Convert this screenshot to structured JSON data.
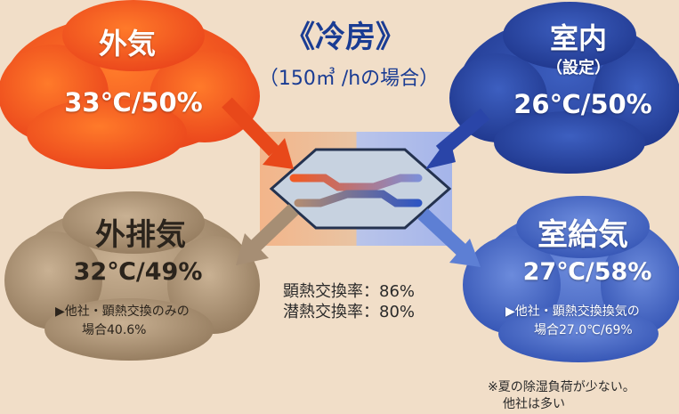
{
  "header": {
    "title": "《冷房》",
    "subtitle": "（150㎥ /hの場合）"
  },
  "clouds": {
    "outdoor": {
      "label": "外気",
      "value": "33℃/50%"
    },
    "indoor": {
      "label": "室内",
      "sublabel": "（設定）",
      "value": "26℃/50%"
    },
    "exhaust": {
      "label": "外排気",
      "value": "32℃/49%",
      "note_line1": "▶他社・顕熱交換のみの",
      "note_line2": "場合40.6%"
    },
    "supply": {
      "label": "室給気",
      "value": "27℃/58%",
      "note_line1": "▶他社・顕熱交換換気の",
      "note_line2": "場合27.0℃/69%"
    }
  },
  "center": {
    "line1": "顕熱交換率：86%",
    "line2": "潜熱交換率：80%"
  },
  "footnote": {
    "line1": "※夏の除湿負荷が少ない。",
    "line2": "他社は多い"
  },
  "colors": {
    "background": "#f1dec8",
    "outdoor": "#f0561f",
    "indoor": "#2c4aa4",
    "exhaust": "#ab9273",
    "supply": "#3f63c2",
    "title": "#1a3c93"
  }
}
